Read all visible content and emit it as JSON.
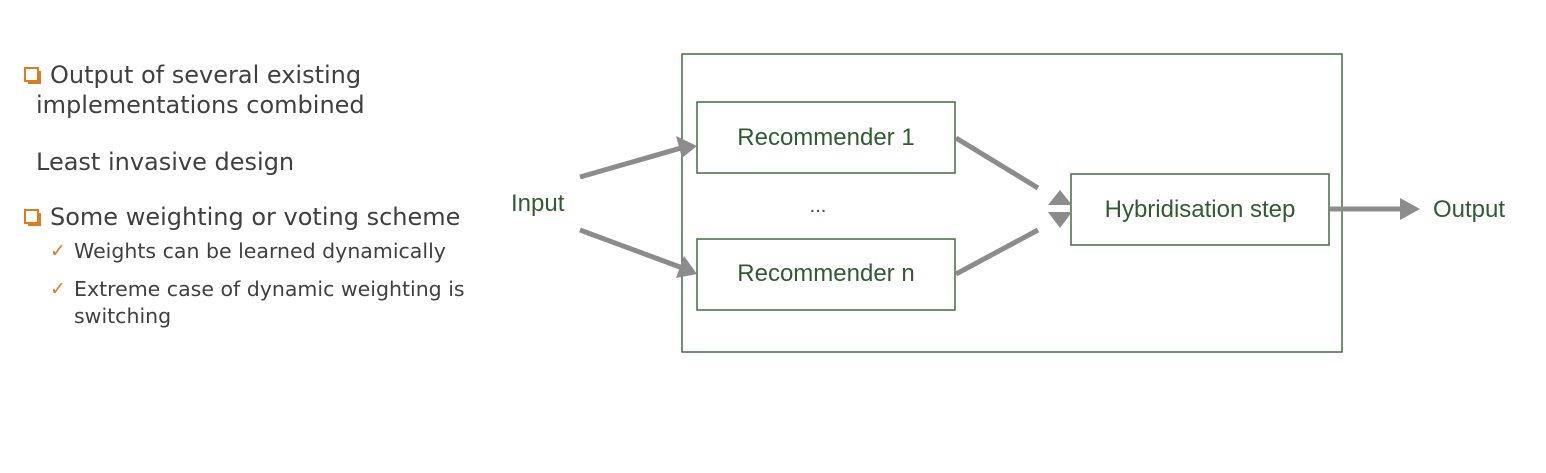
{
  "bullets": {
    "item1_line1": "Output of several existing",
    "item1_line2": "implementations combined",
    "item2": "Least invasive design",
    "item3": "Some weighting or voting scheme",
    "sub1": "Weights can be learned dynamically",
    "sub2_line1": "Extreme case of dynamic weighting is",
    "sub2_line2": "switching",
    "bullet_icon": "square-bullet-icon",
    "check_icon": "checkmark-icon",
    "accent_color": "#e07a1f",
    "text_color": "#404040"
  },
  "diagram": {
    "input_label": "Input",
    "recommender_1": "Recommender 1",
    "ellipsis": "...",
    "recommender_n": "Recommender n",
    "hybrid_label": "Hybridisation step",
    "output_label": "Output",
    "text_color": "#2f5d2f",
    "arrow_color": "#8c8c8c"
  }
}
